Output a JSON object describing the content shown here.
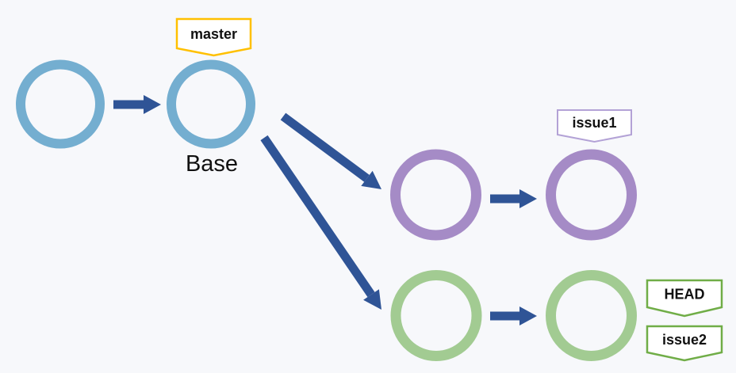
{
  "diagram": {
    "type": "git-branch-diagram",
    "background": "#F7F8FB",
    "colors": {
      "master_node": "#74AED0",
      "issue1_node": "#A58BC6",
      "issue2_node": "#A2CB92",
      "arrow": "#2F5496",
      "master_tag_border": "#FFC000",
      "issue1_tag_border": "#B3A2D6",
      "head_tag_border": "#70AD47",
      "issue2_tag_border": "#70AD47",
      "tag_fill": "#FFFFFF",
      "label_text": "#111111"
    },
    "labels": {
      "master_tag": "master",
      "base_node": "Base",
      "issue1_tag": "issue1",
      "head_tag": "HEAD",
      "issue2_tag": "issue2"
    },
    "nodes": [
      {
        "id": "commit-1",
        "branch": "master"
      },
      {
        "id": "commit-2-base",
        "branch": "master",
        "caption": "Base",
        "tag": "master"
      },
      {
        "id": "commit-3",
        "branch": "issue1"
      },
      {
        "id": "commit-4",
        "branch": "issue1",
        "tag": "issue1"
      },
      {
        "id": "commit-5",
        "branch": "issue2"
      },
      {
        "id": "commit-6",
        "branch": "issue2",
        "tags": [
          "HEAD",
          "issue2"
        ]
      }
    ],
    "edges": [
      {
        "from": "commit-1",
        "to": "commit-2-base"
      },
      {
        "from": "commit-2-base",
        "to": "commit-3"
      },
      {
        "from": "commit-2-base",
        "to": "commit-5"
      },
      {
        "from": "commit-3",
        "to": "commit-4"
      },
      {
        "from": "commit-5",
        "to": "commit-6"
      }
    ]
  }
}
